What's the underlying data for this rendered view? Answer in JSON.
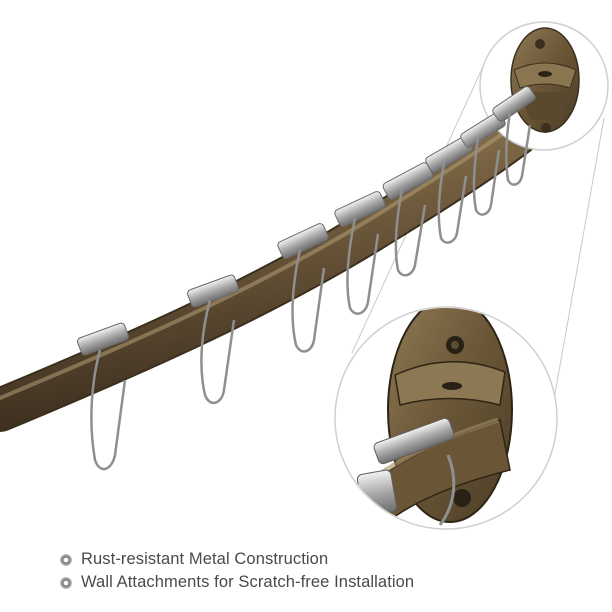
{
  "image": {
    "subject": "curved shower curtain rod with roller hooks",
    "colors": {
      "rod": "#6b5738",
      "rod_highlight": "#9a8660",
      "hook_metal": "#b8b8b8",
      "text": "#4a4a4a",
      "background": "#ffffff"
    }
  },
  "features": [
    {
      "label": "Rust-resistant Metal Construction",
      "icon": "target-bullet-icon"
    },
    {
      "label": "Wall Attachments for Scratch-free Installation",
      "icon": "target-bullet-icon"
    }
  ]
}
